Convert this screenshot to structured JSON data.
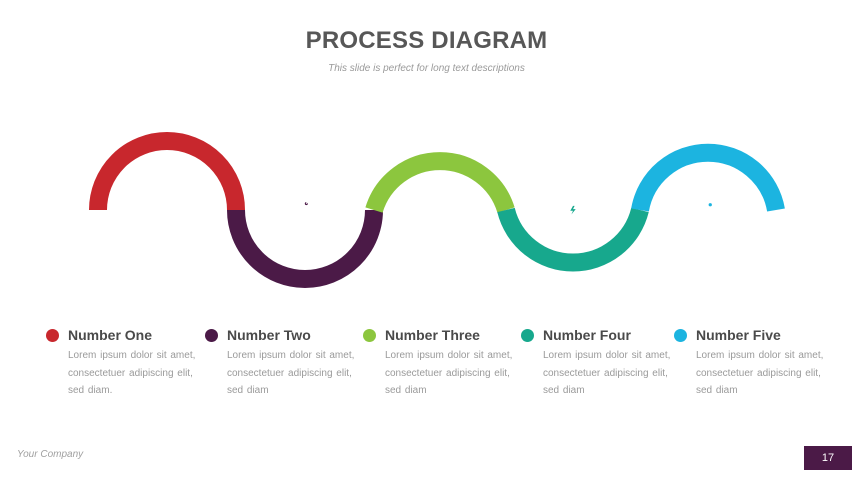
{
  "header": {
    "title": "PROCESS DIAGRAM",
    "subtitle": "This slide is perfect for long text descriptions"
  },
  "steps": [
    {
      "title": "Number One",
      "desc": "Lorem ipsum dolor sit amet,  consectetuer adipiscing elit,  sed diam.",
      "color": "#c8272d",
      "icon": "tools-icon"
    },
    {
      "title": "Number Two",
      "desc": "Lorem ipsum dolor sit amet,  consectetuer adipiscing elit,  sed diam",
      "color": "#4b1a47",
      "icon": "price-tag-icon"
    },
    {
      "title": "Number Three",
      "desc": "Lorem ipsum dolor sit amet,  consectetuer adipiscing elit,  sed diam",
      "color": "#8cc63e",
      "icon": "megaphone-icon"
    },
    {
      "title": "Number Four",
      "desc": "Lorem ipsum dolor sit amet,  consectetuer adipiscing elit,  sed diam",
      "color": "#17a88d",
      "icon": "cloud-bolt-icon"
    },
    {
      "title": "Number Five",
      "desc": "Lorem ipsum dolor sit amet,  consectetuer adipiscing elit,  sed diam",
      "color": "#1cb4e0",
      "icon": "rocket-icon"
    }
  ],
  "footer": {
    "company": "Your Company",
    "page_number": "17"
  }
}
